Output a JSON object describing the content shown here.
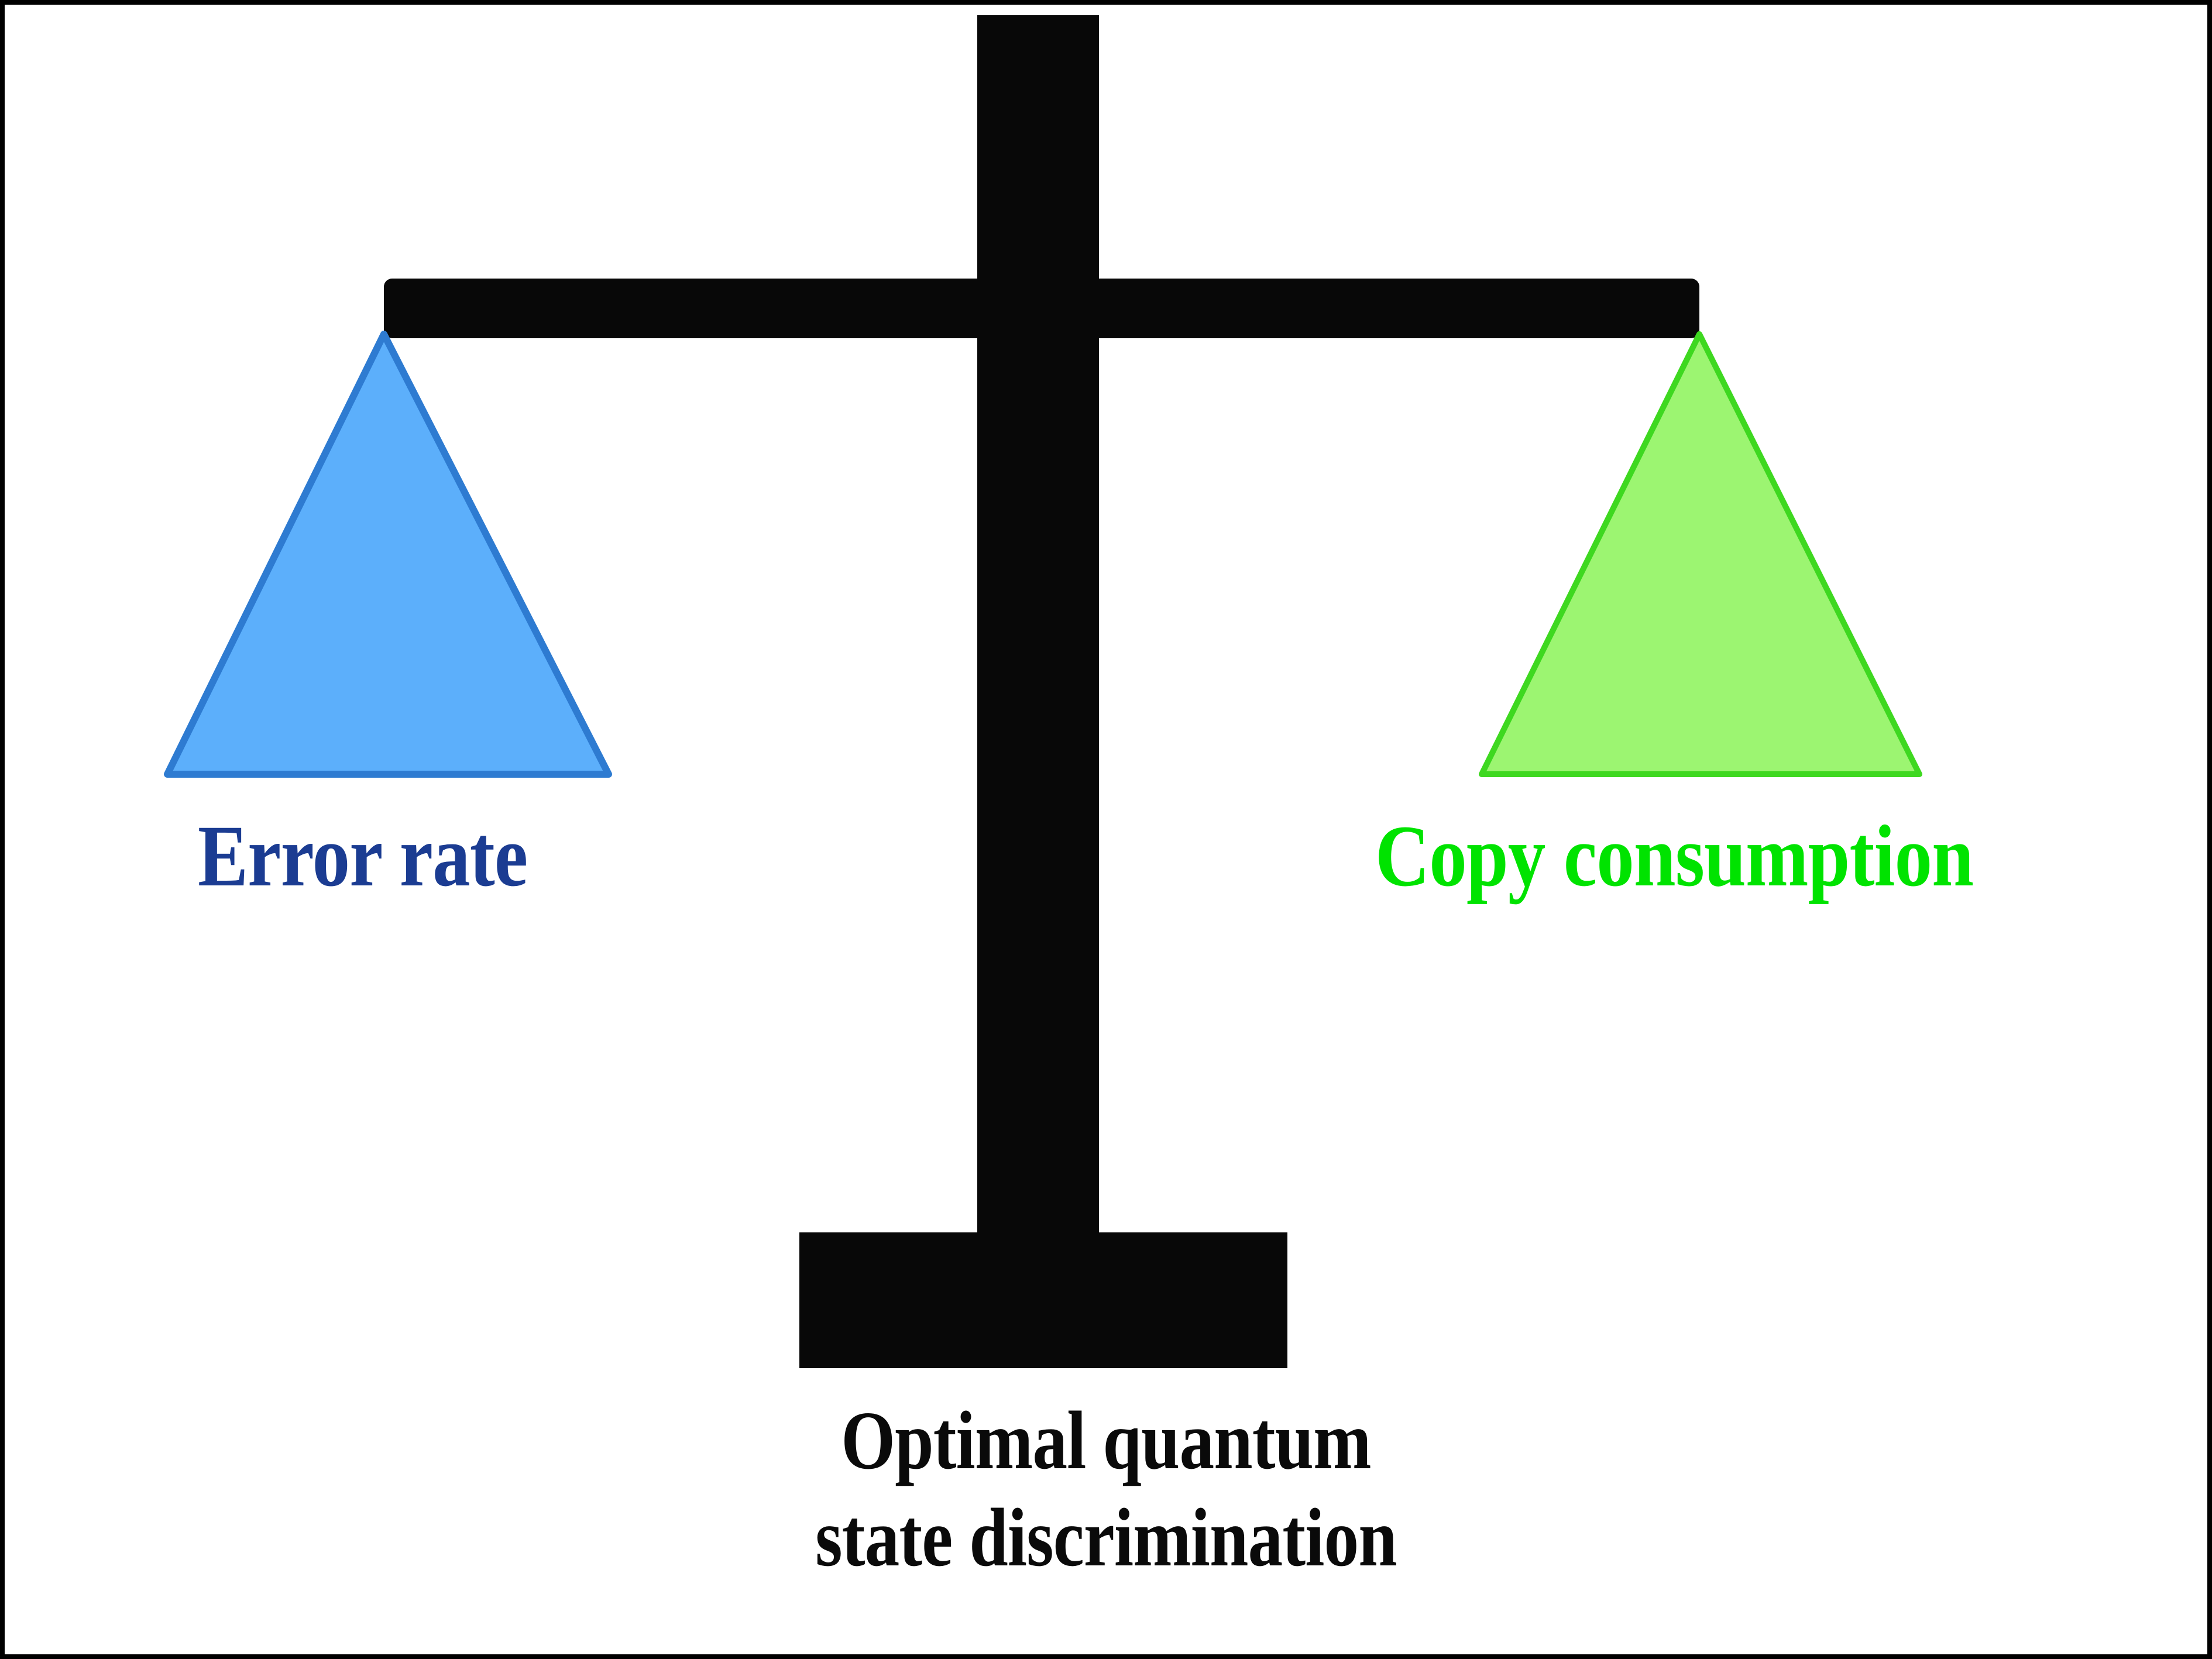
{
  "figure": {
    "kind": "balance-scale-diagram",
    "background_color": "#ffffff",
    "border_color": "#000000",
    "frame_color": "#080808"
  },
  "scale": {
    "post_name": "scale-post",
    "beam_name": "scale-beam",
    "base_name": "scale-base",
    "balanced": true
  },
  "pans": {
    "left": {
      "label": "Error rate",
      "label_color": "#1B3C92",
      "fill_color": "#5CAFFB",
      "stroke_color": "#2E7BD1",
      "shape": "triangle",
      "side": "left"
    },
    "right": {
      "label": "Copy consumption",
      "label_color": "#00E300",
      "fill_color": "#9CF571",
      "stroke_color": "#3ED820",
      "shape": "triangle",
      "side": "right"
    }
  },
  "caption": {
    "line1": "Optimal quantum",
    "line2": "state discrimination",
    "color": "#0a0a0a"
  },
  "chart_data": {
    "type": "diagram",
    "title": "Optimal quantum state discrimination",
    "subtype": "balance-scale trade-off",
    "categories": [
      "Error rate",
      "Copy consumption"
    ],
    "values": [
      1,
      1
    ],
    "annotations": [
      "Error rate",
      "Copy consumption",
      "Optimal quantum",
      "state discrimination"
    ],
    "legend": [
      {
        "name": "Error rate",
        "color": "#5CAFFB"
      },
      {
        "name": "Copy consumption",
        "color": "#9CF571"
      }
    ],
    "xlabel": "",
    "ylabel": "",
    "grid": false,
    "legend_position": "inline-below-pans"
  }
}
